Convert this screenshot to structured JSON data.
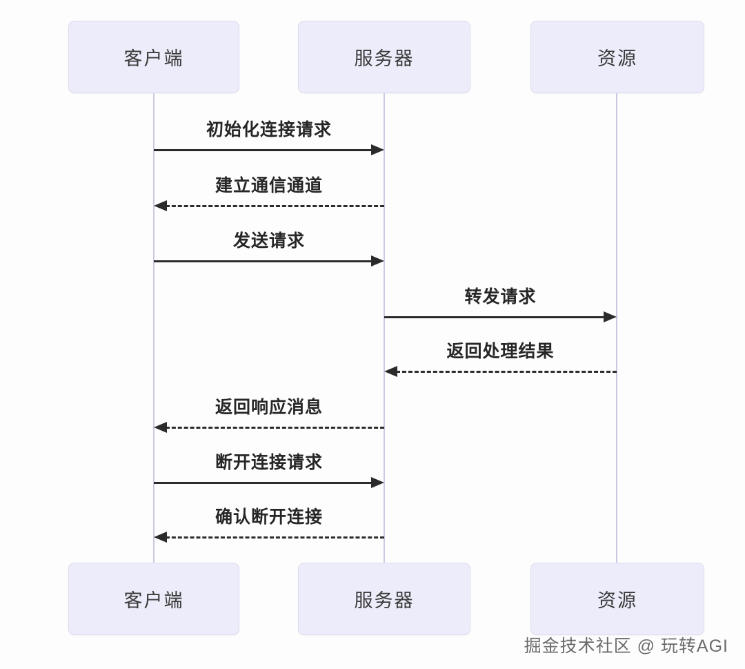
{
  "diagram": {
    "type": "sequence-diagram",
    "participants": [
      {
        "id": "client",
        "label": "客户端"
      },
      {
        "id": "server",
        "label": "服务器"
      },
      {
        "id": "resource",
        "label": "资源"
      }
    ],
    "messages": [
      {
        "label": "初始化连接请求",
        "from": "client",
        "to": "server",
        "line": "solid",
        "direction": "right"
      },
      {
        "label": "建立通信通道",
        "from": "server",
        "to": "client",
        "line": "dashed",
        "direction": "left"
      },
      {
        "label": "发送请求",
        "from": "client",
        "to": "server",
        "line": "solid",
        "direction": "right"
      },
      {
        "label": "转发请求",
        "from": "server",
        "to": "resource",
        "line": "solid",
        "direction": "right"
      },
      {
        "label": "返回处理结果",
        "from": "resource",
        "to": "server",
        "line": "dashed",
        "direction": "left"
      },
      {
        "label": "返回响应消息",
        "from": "server",
        "to": "client",
        "line": "dashed",
        "direction": "left"
      },
      {
        "label": "断开连接请求",
        "from": "client",
        "to": "server",
        "line": "solid",
        "direction": "right"
      },
      {
        "label": "确认断开连接",
        "from": "server",
        "to": "client",
        "line": "dashed",
        "direction": "left"
      }
    ],
    "watermark": "掘金技术社区 @ 玩转AGI",
    "colors": {
      "background": "#FDFDFD",
      "participant_fill": "#ECECFA",
      "participant_border": "#DCDCF0",
      "lifeline": "#C9C9E2",
      "arrow": "#2B2B2B",
      "text": "#3A3A3A",
      "message_text": "#262626",
      "watermark_text": "#6B6B6B"
    }
  }
}
